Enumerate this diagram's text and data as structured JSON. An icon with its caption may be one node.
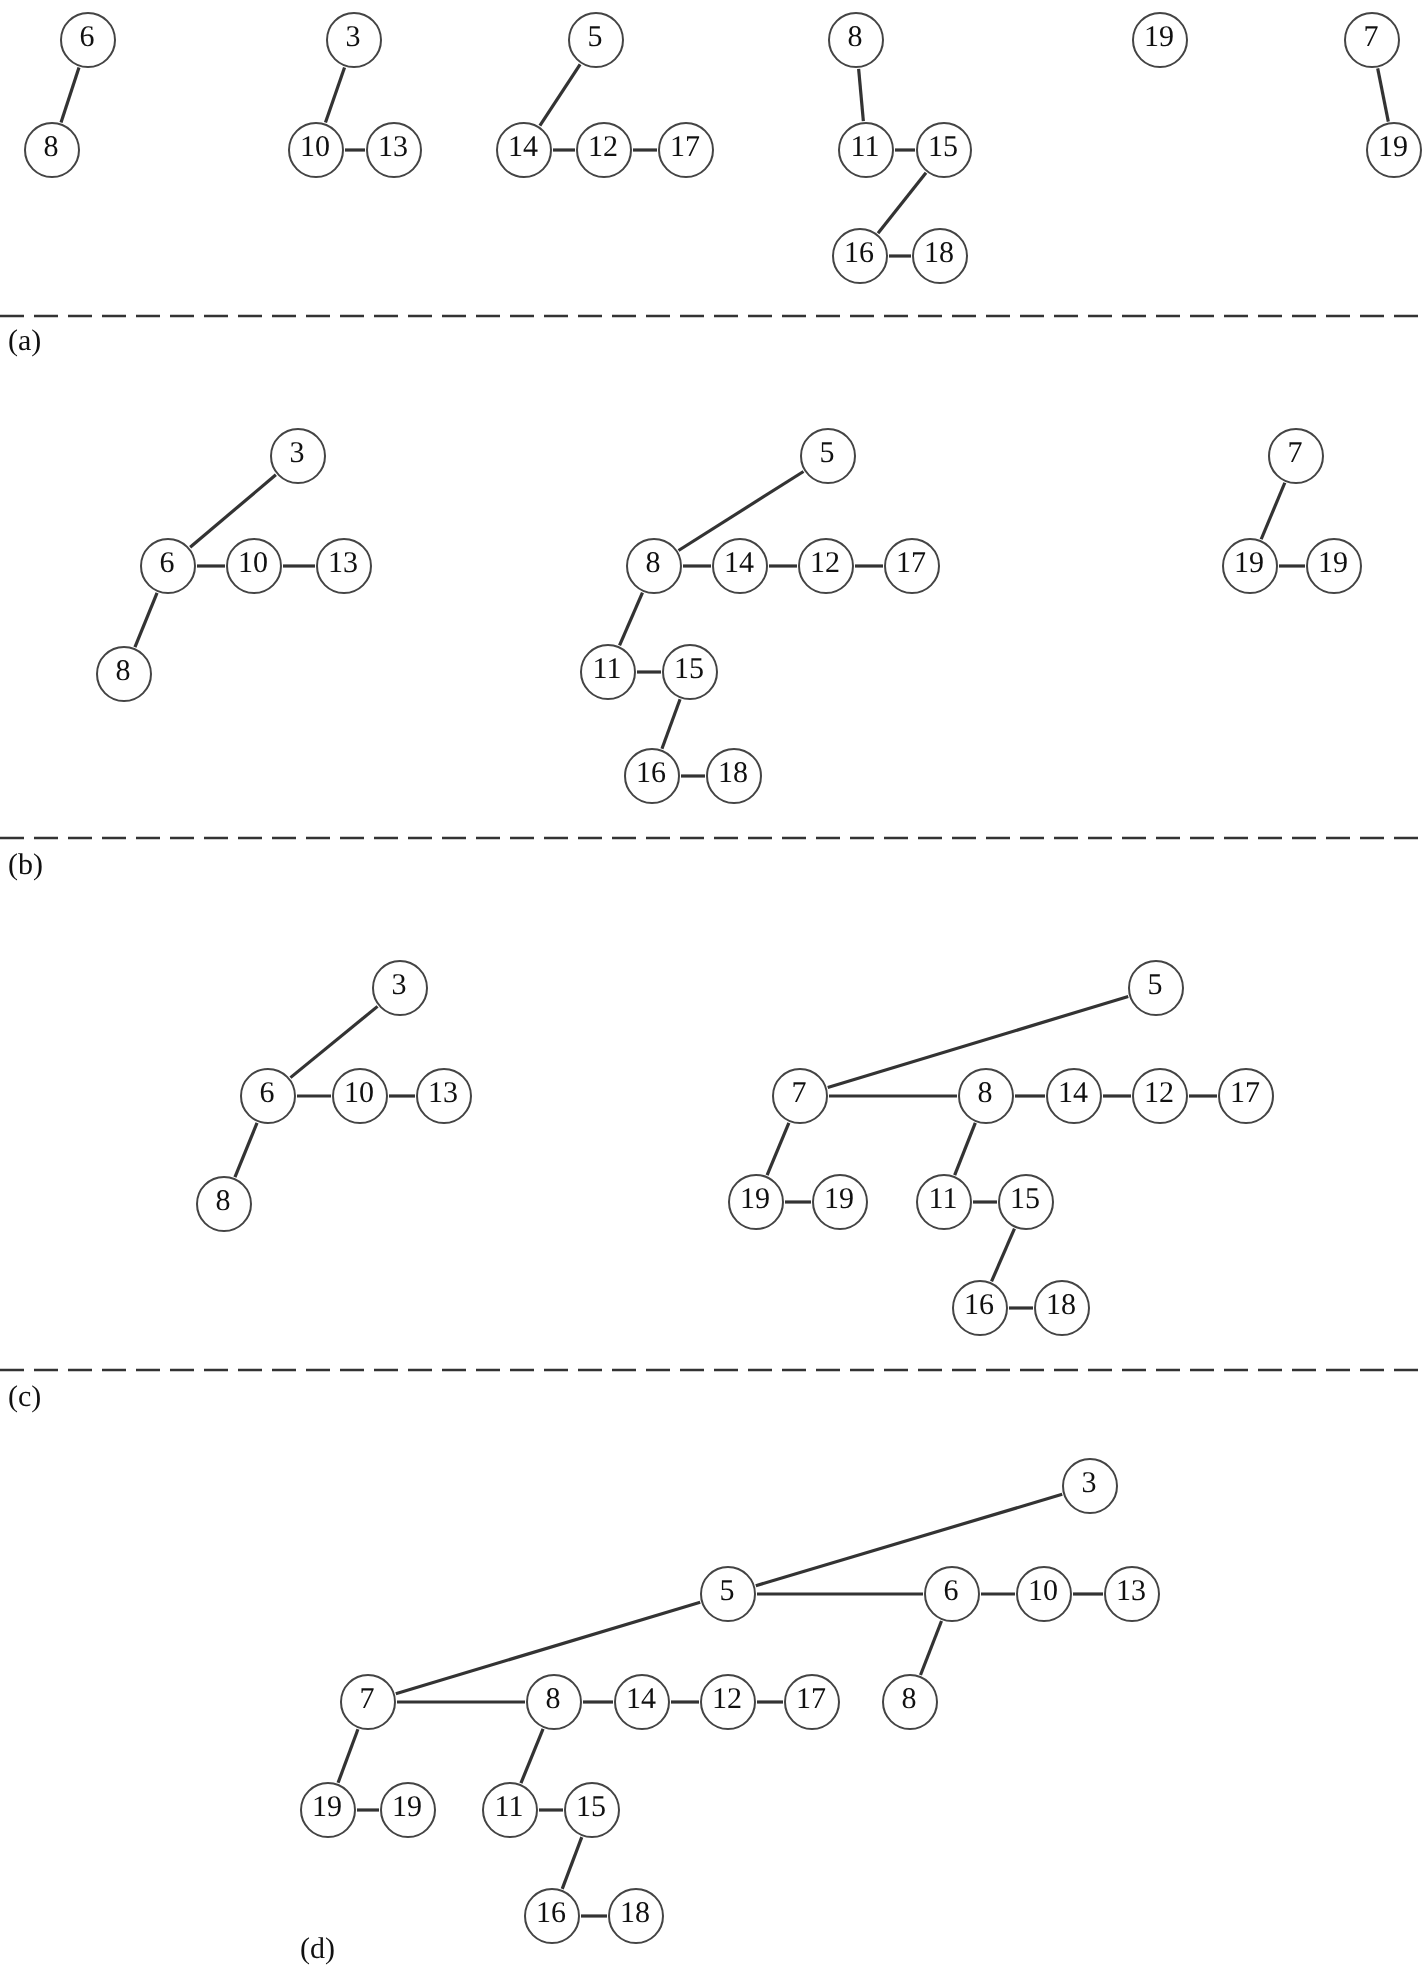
{
  "diagram": {
    "nodes": [
      {
        "text": [
          "6"
        ]
      },
      {
        "text": [
          "8"
        ]
      },
      {
        "text": [
          "3"
        ]
      },
      {
        "text": [
          "10"
        ]
      },
      {
        "text": [
          "13"
        ]
      },
      {
        "text": [
          "5"
        ]
      },
      {
        "text": [
          "14"
        ]
      },
      {
        "text": [
          "12"
        ]
      },
      {
        "text": [
          "17"
        ]
      },
      {
        "text": [
          "8"
        ]
      },
      {
        "text": [
          "11"
        ]
      },
      {
        "text": [
          "15"
        ]
      },
      {
        "text": [
          "16"
        ]
      },
      {
        "text": [
          "18"
        ]
      },
      {
        "text": [
          "19"
        ]
      },
      {
        "text": [
          "7"
        ]
      },
      {
        "text": [
          "19"
        ]
      },
      {
        "text": [
          "3"
        ]
      },
      {
        "text": [
          "6"
        ]
      },
      {
        "text": [
          "10"
        ]
      },
      {
        "text": [
          "13"
        ]
      },
      {
        "text": [
          "8"
        ]
      },
      {
        "text": [
          "5"
        ]
      },
      {
        "text": [
          "8"
        ]
      },
      {
        "text": [
          "14"
        ]
      },
      {
        "text": [
          "12"
        ]
      },
      {
        "text": [
          "17"
        ]
      },
      {
        "text": [
          "11"
        ]
      },
      {
        "text": [
          "15"
        ]
      },
      {
        "text": [
          "16"
        ]
      },
      {
        "text": [
          "18"
        ]
      },
      {
        "text": [
          "7"
        ]
      },
      {
        "text": [
          "19"
        ]
      },
      {
        "text": [
          "19"
        ]
      },
      {
        "text": [
          "3"
        ]
      },
      {
        "text": [
          "6"
        ]
      },
      {
        "text": [
          "10"
        ]
      },
      {
        "text": [
          "13"
        ]
      },
      {
        "text": [
          "8"
        ]
      },
      {
        "text": [
          "5"
        ]
      },
      {
        "text": [
          "7"
        ]
      },
      {
        "text": [
          "8"
        ]
      },
      {
        "text": [
          "14"
        ]
      },
      {
        "text": [
          "12"
        ]
      },
      {
        "text": [
          "17"
        ]
      },
      {
        "text": [
          "19"
        ]
      },
      {
        "text": [
          "19"
        ]
      },
      {
        "text": [
          "11"
        ]
      },
      {
        "text": [
          "15"
        ]
      },
      {
        "text": [
          "16"
        ]
      },
      {
        "text": [
          "18"
        ]
      },
      {
        "text": [
          "3"
        ]
      },
      {
        "text": [
          "5"
        ]
      },
      {
        "text": [
          "6"
        ]
      },
      {
        "text": [
          "10"
        ]
      },
      {
        "text": [
          "13"
        ]
      },
      {
        "text": [
          "8"
        ]
      },
      {
        "text": [
          "7"
        ]
      },
      {
        "text": [
          "8"
        ]
      },
      {
        "text": [
          "14"
        ]
      },
      {
        "text": [
          "12"
        ]
      },
      {
        "text": [
          "17"
        ]
      },
      {
        "text": [
          "19"
        ]
      },
      {
        "text": [
          "19"
        ]
      },
      {
        "text": [
          "11"
        ]
      },
      {
        "text": [
          "15"
        ]
      },
      {
        "text": [
          "16"
        ]
      },
      {
        "text": [
          "18"
        ]
      }
    ],
    "edges": [
      {
        "from": 0,
        "to": 1,
        "arrow": "none"
      },
      {
        "from": 2,
        "to": 3,
        "arrow": "none"
      },
      {
        "from": 3,
        "to": 4,
        "arrow": "none"
      },
      {
        "from": 5,
        "to": 6,
        "arrow": "none"
      },
      {
        "from": 6,
        "to": 7,
        "arrow": "none"
      },
      {
        "from": 7,
        "to": 8,
        "arrow": "none"
      },
      {
        "from": 9,
        "to": 10,
        "arrow": "none"
      },
      {
        "from": 10,
        "to": 11,
        "arrow": "none"
      },
      {
        "from": 11,
        "to": 12,
        "arrow": "none"
      },
      {
        "from": 12,
        "to": 13,
        "arrow": "none"
      },
      {
        "from": 15,
        "to": 16,
        "arrow": "none"
      },
      {
        "from": 17,
        "to": 18,
        "arrow": "none"
      },
      {
        "from": 18,
        "to": 19,
        "arrow": "none"
      },
      {
        "from": 19,
        "to": 20,
        "arrow": "none"
      },
      {
        "from": 18,
        "to": 21,
        "arrow": "none"
      },
      {
        "from": 22,
        "to": 23,
        "arrow": "none"
      },
      {
        "from": 23,
        "to": 24,
        "arrow": "none"
      },
      {
        "from": 24,
        "to": 25,
        "arrow": "none"
      },
      {
        "from": 25,
        "to": 26,
        "arrow": "none"
      },
      {
        "from": 23,
        "to": 27,
        "arrow": "none"
      },
      {
        "from": 27,
        "to": 28,
        "arrow": "none"
      },
      {
        "from": 28,
        "to": 29,
        "arrow": "none"
      },
      {
        "from": 29,
        "to": 30,
        "arrow": "none"
      },
      {
        "from": 31,
        "to": 32,
        "arrow": "none"
      },
      {
        "from": 32,
        "to": 33,
        "arrow": "none"
      },
      {
        "from": 34,
        "to": 35,
        "arrow": "none"
      },
      {
        "from": 35,
        "to": 36,
        "arrow": "none"
      },
      {
        "from": 36,
        "to": 37,
        "arrow": "none"
      },
      {
        "from": 35,
        "to": 38,
        "arrow": "none"
      },
      {
        "from": 39,
        "to": 40,
        "arrow": "none"
      },
      {
        "from": 40,
        "to": 41,
        "arrow": "none"
      },
      {
        "from": 41,
        "to": 42,
        "arrow": "none"
      },
      {
        "from": 42,
        "to": 43,
        "arrow": "none"
      },
      {
        "from": 43,
        "to": 44,
        "arrow": "none"
      },
      {
        "from": 40,
        "to": 45,
        "arrow": "none"
      },
      {
        "from": 45,
        "to": 46,
        "arrow": "none"
      },
      {
        "from": 41,
        "to": 47,
        "arrow": "none"
      },
      {
        "from": 47,
        "to": 48,
        "arrow": "none"
      },
      {
        "from": 48,
        "to": 49,
        "arrow": "none"
      },
      {
        "from": 49,
        "to": 50,
        "arrow": "none"
      },
      {
        "from": 51,
        "to": 52,
        "arrow": "none"
      },
      {
        "from": 52,
        "to": 53,
        "arrow": "none"
      },
      {
        "from": 53,
        "to": 54,
        "arrow": "none"
      },
      {
        "from": 54,
        "to": 55,
        "arrow": "none"
      },
      {
        "from": 53,
        "to": 56,
        "arrow": "none"
      },
      {
        "from": 52,
        "to": 57,
        "arrow": "none"
      },
      {
        "from": 57,
        "to": 58,
        "arrow": "none"
      },
      {
        "from": 58,
        "to": 59,
        "arrow": "none"
      },
      {
        "from": 59,
        "to": 60,
        "arrow": "none"
      },
      {
        "from": 60,
        "to": 61,
        "arrow": "none"
      },
      {
        "from": 57,
        "to": 62,
        "arrow": "none"
      },
      {
        "from": 62,
        "to": 63,
        "arrow": "none"
      },
      {
        "from": 58,
        "to": 64,
        "arrow": "none"
      },
      {
        "from": 64,
        "to": 65,
        "arrow": "none"
      },
      {
        "from": 65,
        "to": 66,
        "arrow": "none"
      },
      {
        "from": 66,
        "to": 67,
        "arrow": "none"
      }
    ],
    "labels": [
      "(a)",
      "(b)",
      "(c)",
      "(d)"
    ]
  }
}
